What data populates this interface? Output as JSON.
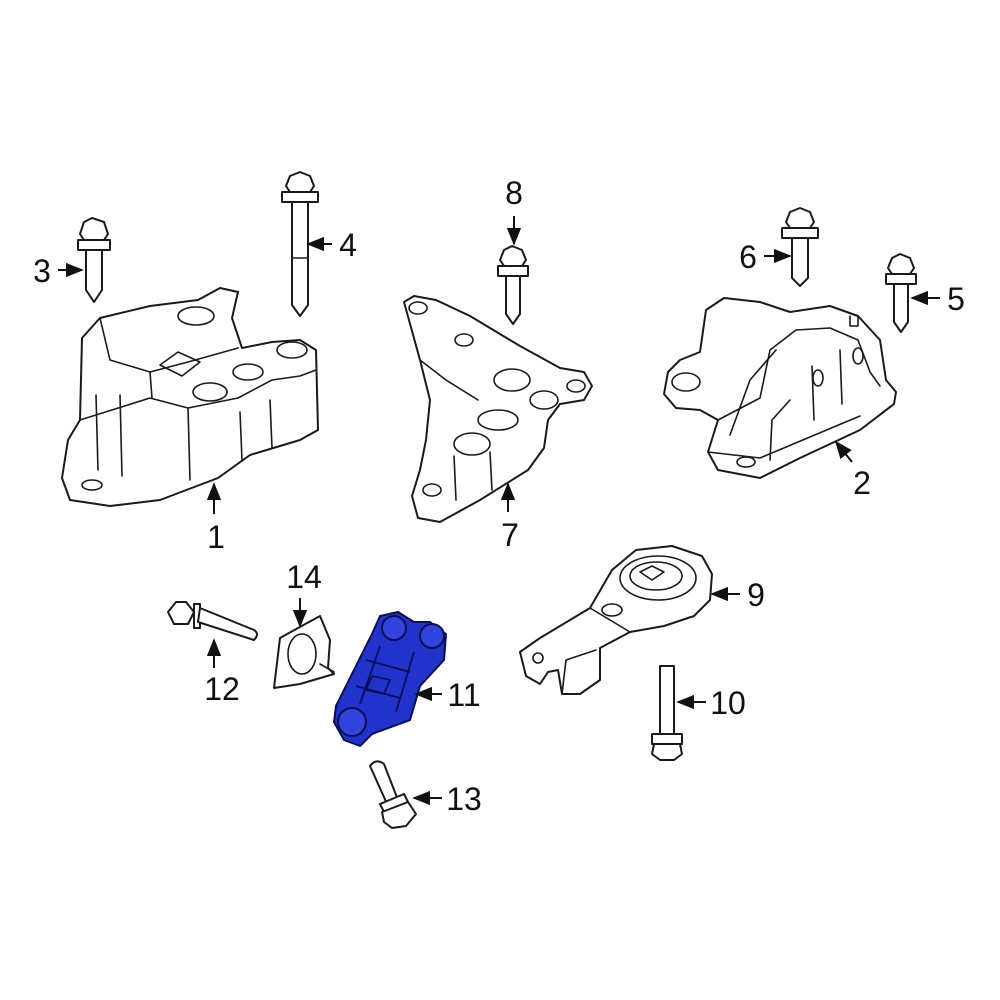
{
  "diagram": {
    "highlight_color": "#2233cc",
    "callouts": [
      {
        "id": "1",
        "text": "1"
      },
      {
        "id": "2",
        "text": "2"
      },
      {
        "id": "3",
        "text": "3"
      },
      {
        "id": "4",
        "text": "4"
      },
      {
        "id": "5",
        "text": "5"
      },
      {
        "id": "6",
        "text": "6"
      },
      {
        "id": "7",
        "text": "7"
      },
      {
        "id": "8",
        "text": "8"
      },
      {
        "id": "9",
        "text": "9"
      },
      {
        "id": "10",
        "text": "10"
      },
      {
        "id": "11",
        "text": "11"
      },
      {
        "id": "12",
        "text": "12"
      },
      {
        "id": "13",
        "text": "13"
      },
      {
        "id": "14",
        "text": "14"
      }
    ]
  }
}
